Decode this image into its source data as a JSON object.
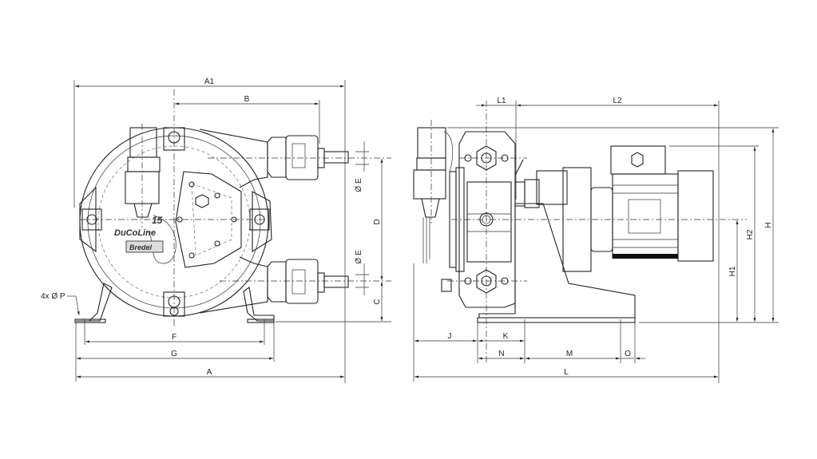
{
  "front_view": {
    "dimensions": {
      "A1": "A1",
      "B": "B",
      "D": "D",
      "C": "C",
      "E_top": "Ø E",
      "E_bottom": "Ø E",
      "F": "F",
      "G": "G",
      "A": "A",
      "P": "4x Ø P"
    },
    "logo": {
      "model": "15",
      "brand": "DuCoLine",
      "badge": "Bredel"
    }
  },
  "side_view": {
    "dimensions": {
      "L1": "L1",
      "L2": "L2",
      "H": "H",
      "H2": "H2",
      "H1": "H1",
      "J": "J",
      "K": "K",
      "N": "N",
      "M": "M",
      "O": "O",
      "L": "L"
    }
  }
}
